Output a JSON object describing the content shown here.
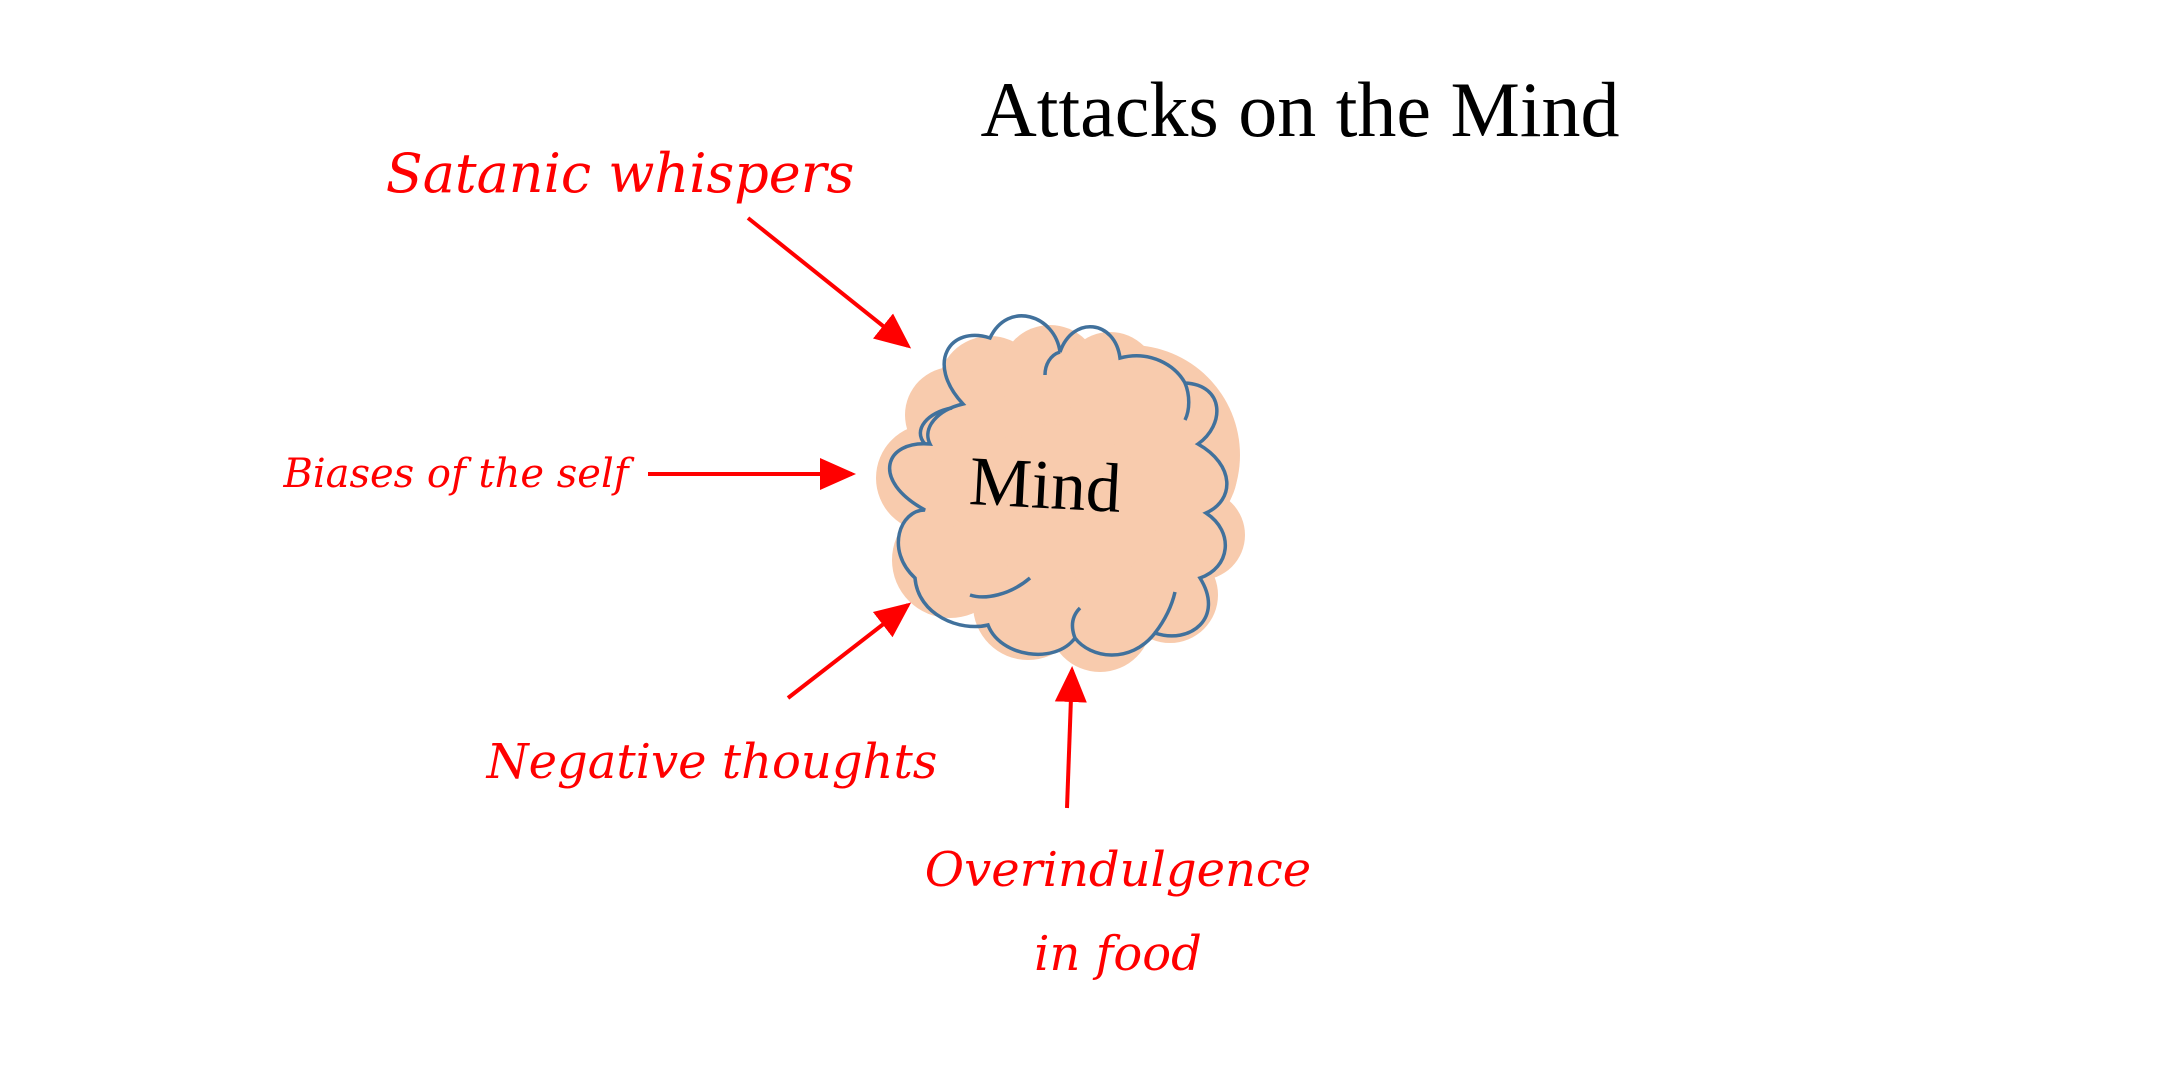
{
  "title": "Attacks on the Mind",
  "center": {
    "label": "Mind",
    "fill": "#F8CBAD",
    "stroke": "#41719C"
  },
  "attacks": [
    {
      "id": "satanic-whispers",
      "label": "Satanic whispers"
    },
    {
      "id": "biases-of-the-self",
      "label": "Biases of the self"
    },
    {
      "id": "negative-thoughts",
      "label": "Negative thoughts"
    },
    {
      "id": "overindulgence-in-food",
      "lines": [
        "Overindulgence",
        "in food"
      ]
    }
  ],
  "colors": {
    "title": "#000000",
    "attack": "#FF0000",
    "arrow": "#FF0000",
    "background": "#FFFFFF"
  }
}
